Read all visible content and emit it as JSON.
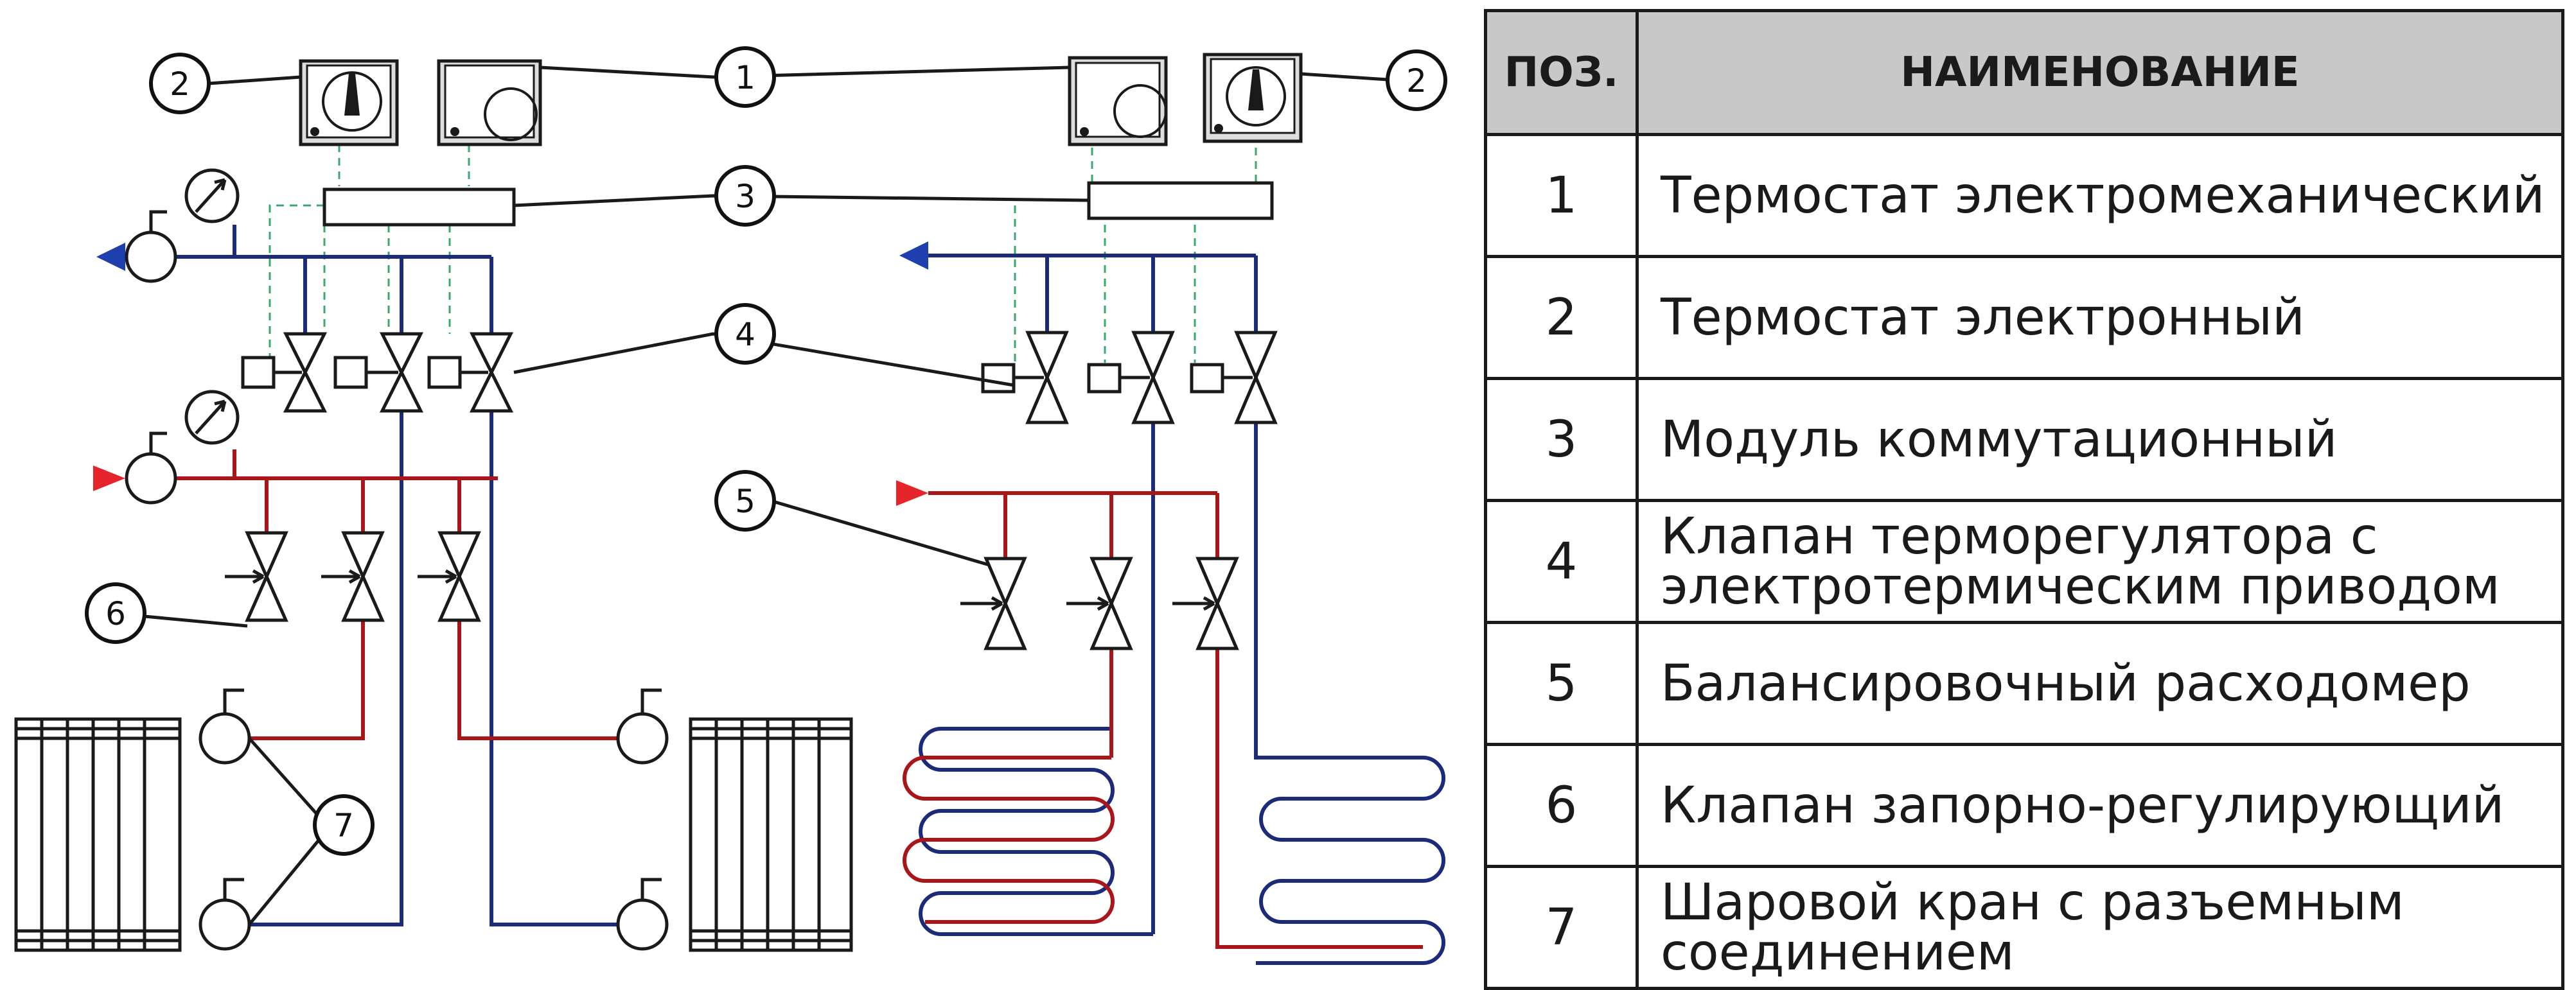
{
  "diagram": {
    "callouts": [
      "1",
      "2",
      "2",
      "3",
      "4",
      "5",
      "6",
      "7"
    ]
  },
  "legend": {
    "header_pos": "ПОЗ.",
    "header_name": "НАИМЕНОВАНИЕ",
    "rows": [
      {
        "pos": "1",
        "name": "Термостат электромеханический"
      },
      {
        "pos": "2",
        "name": "Термостат электронный"
      },
      {
        "pos": "3",
        "name": "Модуль коммутационный"
      },
      {
        "pos": "4",
        "name": "Клапан терморегулятора с электротермическим приводом"
      },
      {
        "pos": "5",
        "name": "Балансировочный расходомер"
      },
      {
        "pos": "6",
        "name": "Клапан запорно-регулирующий"
      },
      {
        "pos": "7",
        "name": "Шаровой кран с разъемным соединением"
      }
    ]
  },
  "colors": {
    "supply_pipe": "#a8161a",
    "return_pipe": "#1c2a7a",
    "supply_arrow": "#e6242b",
    "return_arrow": "#1f3fae",
    "control_wire": "#3aa86b",
    "header_fill": "#c8c8c8"
  },
  "icons": [
    "thermostat-electromechanical-icon",
    "thermostat-electronic-icon",
    "pressure-gauge-icon",
    "valve-icon",
    "radiator-icon",
    "ball-valve-icon"
  ]
}
